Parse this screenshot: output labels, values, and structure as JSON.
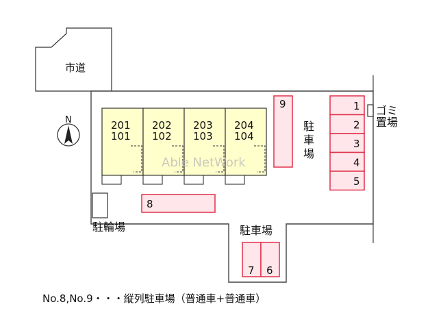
{
  "labels": {
    "road": "市道",
    "north": "N",
    "parking_main": "駐車場",
    "parking_lower": "駐車場",
    "bicycle": "駐輪場",
    "garbage": "ゴミ置場",
    "watermark": "Able NetWork"
  },
  "units": [
    {
      "upper": "201",
      "lower": "101"
    },
    {
      "upper": "202",
      "lower": "102"
    },
    {
      "upper": "203",
      "lower": "103"
    },
    {
      "upper": "204",
      "lower": "104"
    }
  ],
  "parking_right": [
    "1",
    "2",
    "3",
    "4",
    "5"
  ],
  "parking_9": "9",
  "parking_8": "8",
  "parking_lower": [
    "7",
    "6"
  ],
  "note": "No.8,No.9・・・縦列駐車場（普通車+普通車）",
  "colors": {
    "building_fill": "#ffffcc",
    "parking_fill": "#ffe6ea",
    "parking_stroke": "#e0304a",
    "line": "#333333"
  }
}
